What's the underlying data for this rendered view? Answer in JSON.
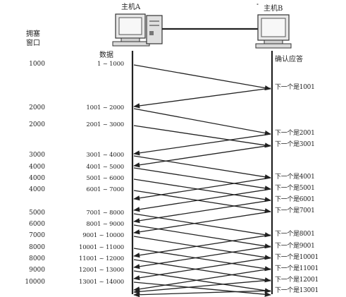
{
  "hosts": {
    "a": "主机A",
    "b": "主机B"
  },
  "headers": {
    "cwnd_line1": "拥塞",
    "cwnd_line2": "窗口",
    "data": "数据",
    "ack": "确认应答"
  },
  "segments": [
    {
      "cwnd": "1000",
      "range": "1 ~ 1000"
    },
    {
      "cwnd": "2000",
      "range": "1001 ~ 2000"
    },
    {
      "cwnd": "2000",
      "range": "2001 ~ 3000"
    },
    {
      "cwnd": "3000",
      "range": "3001 ~ 4000"
    },
    {
      "cwnd": "4000",
      "range": "4001 ~ 5000"
    },
    {
      "cwnd": "4000",
      "range": "5001 ~ 6000"
    },
    {
      "cwnd": "4000",
      "range": "6001 ~ 7000"
    },
    {
      "cwnd": "5000",
      "range": "7001 ~ 8000"
    },
    {
      "cwnd": "6000",
      "range": "8001 ~ 9000"
    },
    {
      "cwnd": "7000",
      "range": "9001 ~ 10000"
    },
    {
      "cwnd": "8000",
      "range": "10001 ~ 11000"
    },
    {
      "cwnd": "8000",
      "range": "11001 ~ 12000"
    },
    {
      "cwnd": "9000",
      "range": "12001 ~ 13000"
    },
    {
      "cwnd": "10000",
      "range": "13001 ~ 14000"
    }
  ],
  "acks": [
    "下一个是1001",
    "下一个是2001",
    "下一个是3001",
    "下一个是4001",
    "下一个是5001",
    "下一个是6001",
    "下一个是7001",
    "下一个是8001",
    "下一个是9001",
    "下一个是10001",
    "下一个是11001",
    "下一个是12001",
    "下一个是13001"
  ]
}
